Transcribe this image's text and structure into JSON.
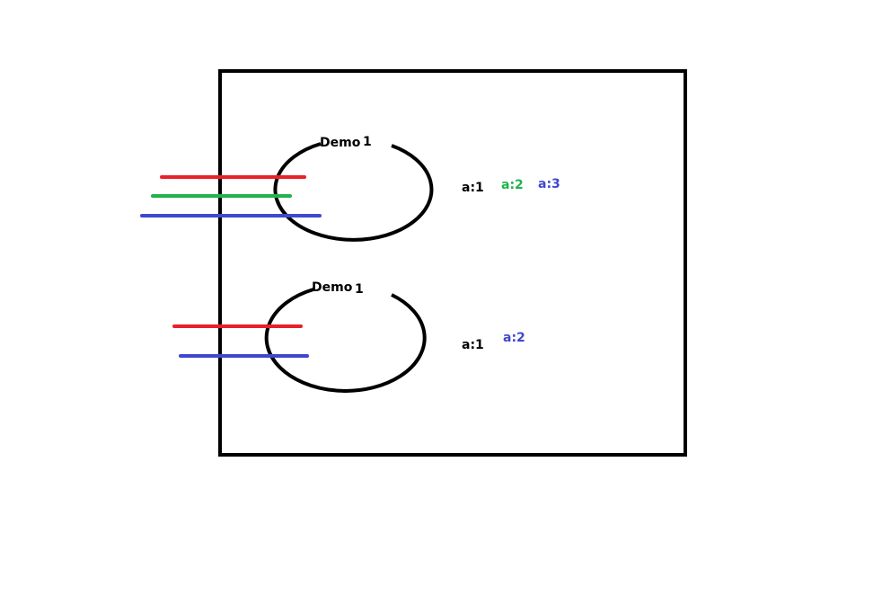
{
  "colors": {
    "stroke": "#000000",
    "red": "#e8202a",
    "green": "#22b14c",
    "blue": "#3f48cc"
  },
  "groups": [
    {
      "title": "Demo",
      "title_sub": "1",
      "labels": [
        {
          "text": "a:1",
          "color": "black"
        },
        {
          "text": "a:2",
          "color": "green"
        },
        {
          "text": "a:3",
          "color": "blue"
        }
      ],
      "lines": [
        "red",
        "green",
        "blue"
      ]
    },
    {
      "title": "Demo",
      "title_sub": "1",
      "labels": [
        {
          "text": "a:1",
          "color": "black"
        },
        {
          "text": "a:2",
          "color": "blue"
        }
      ],
      "lines": [
        "red",
        "blue"
      ]
    }
  ]
}
